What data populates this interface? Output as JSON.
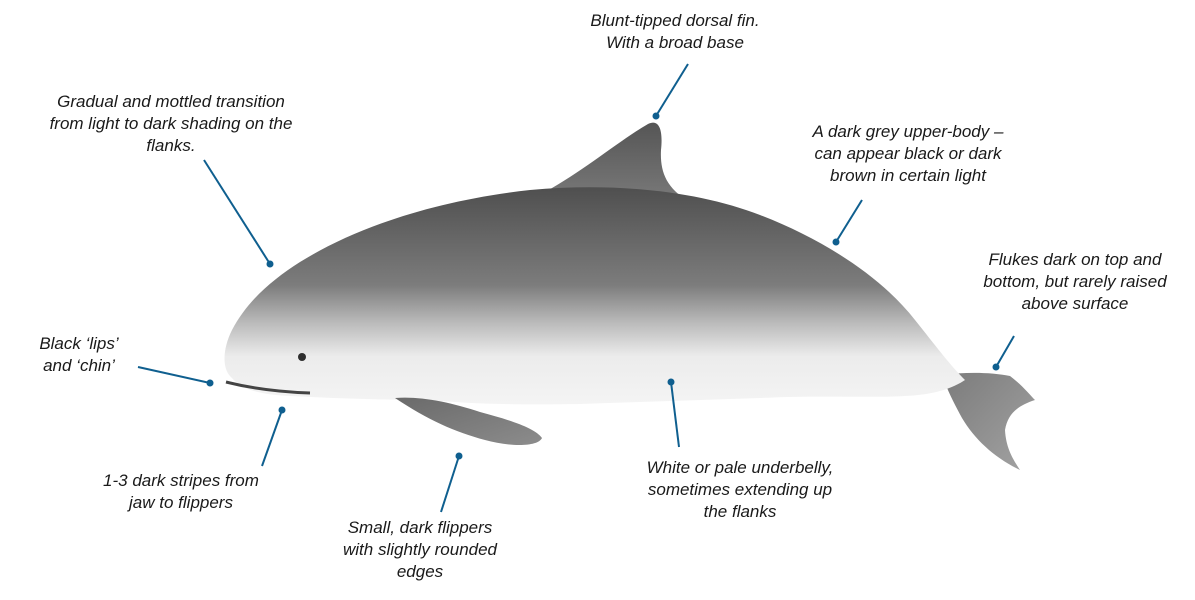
{
  "colors": {
    "leader": "#0f5f8f",
    "dark_body": "#5a5a5a",
    "mid_body": "#8a8a8a",
    "belly": "#e9e9e9",
    "text": "#1a1a1a"
  },
  "annotations": {
    "dorsal_fin": [
      "Blunt-tipped dorsal fin.",
      "With a broad base"
    ],
    "flanks_transition": [
      "Gradual and mottled transition",
      "from light to dark shading on the",
      "flanks."
    ],
    "upper_body": [
      "A dark grey upper-body –",
      "can appear black or dark",
      "brown in certain light"
    ],
    "flukes": [
      "Flukes dark on top and",
      "bottom, but rarely raised",
      "above surface"
    ],
    "lips_chin": [
      "Black ‘lips’",
      "and ‘chin’"
    ],
    "jaw_stripes": [
      "1-3 dark stripes from",
      "jaw to flippers"
    ],
    "flippers": [
      "Small, dark flippers",
      "with slightly rounded",
      "edges"
    ],
    "underbelly": [
      "White or pale underbelly,",
      "sometimes extending up",
      "the flanks"
    ]
  }
}
